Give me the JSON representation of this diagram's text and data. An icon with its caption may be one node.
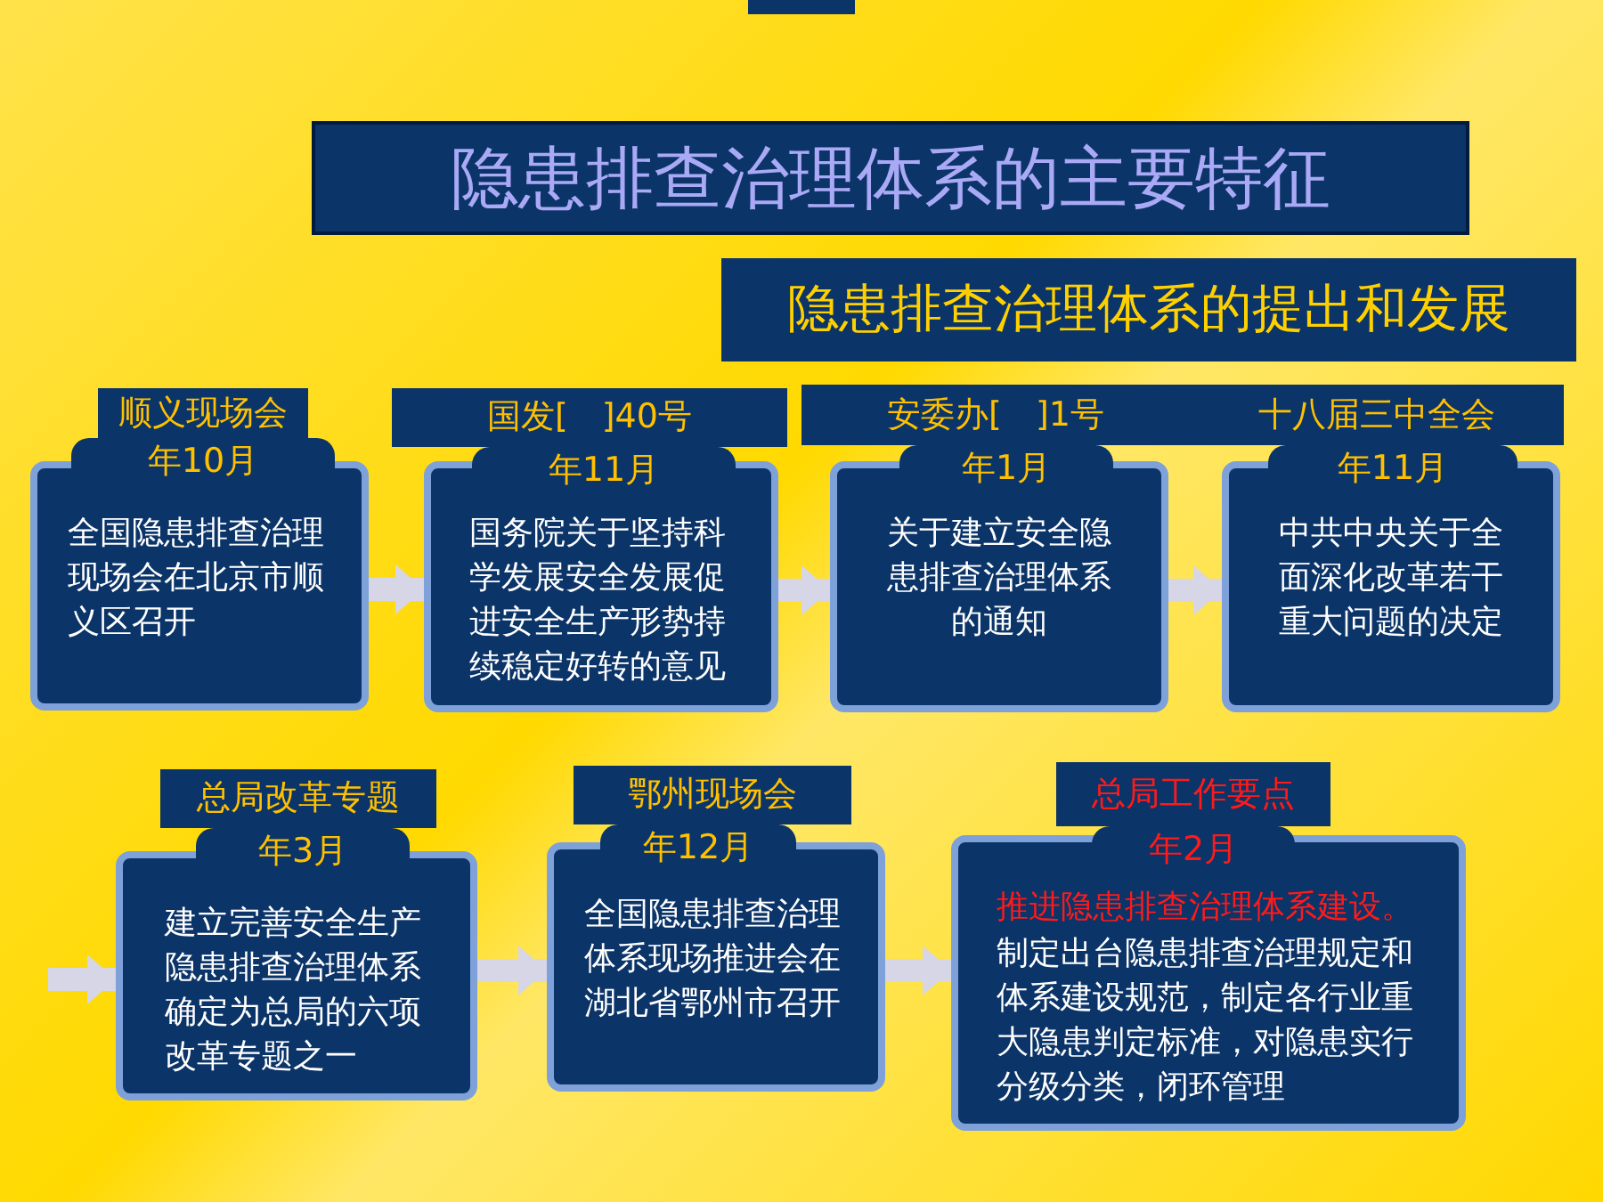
{
  "diagram": {
    "title": "隐患排查治理体系的主要特征",
    "nodes": [
      {
        "text": [
          "顺义现场会",
          "年10月",
          "全国隐患排查治理现场会在北京市顺义区召开"
        ]
      },
      {
        "text": [
          "国发[　]40号",
          "年11月",
          "国务院关于坚持科学发展安全发展促进安全生产形势持续稳定好转的意见"
        ]
      },
      {
        "text": [
          "安委办[　]1号",
          "年1月",
          "关于建立安全隐患排查治理体系的通知"
        ]
      },
      {
        "text": [
          "十八届三中全会",
          "年11月",
          "中共中央关于全面深化改革若干重大问题的决定"
        ]
      },
      {
        "text": [
          "总局改革专题",
          "年3月",
          "建立完善安全生产隐患排查治理体系确定为总局的六项改革专题之一"
        ]
      },
      {
        "text": [
          "鄂州现场会",
          "年12月",
          "全国隐患排查治理体系现场推进会在湖北省鄂州市召开"
        ]
      },
      {
        "text": [
          "总局工作要点",
          "年2月",
          "推进隐患排查治理体系建设。",
          "制定出台隐患排查治理规定和体系建设规范，制定各行业重大隐患判定标准，对隐患实行分级分类，闭环管理"
        ]
      }
    ],
    "edges": [
      {
        "from": 0,
        "to": 1,
        "arrow": "to"
      },
      {
        "from": 1,
        "to": 2,
        "arrow": "to"
      },
      {
        "from": 2,
        "to": 3,
        "arrow": "to"
      },
      {
        "from": null,
        "to": 4,
        "arrow": "to"
      },
      {
        "from": 4,
        "to": 5,
        "arrow": "to"
      },
      {
        "from": 5,
        "to": 6,
        "arrow": "to"
      }
    ],
    "labels": [
      "隐患排查治理体系的提出和发展"
    ]
  }
}
